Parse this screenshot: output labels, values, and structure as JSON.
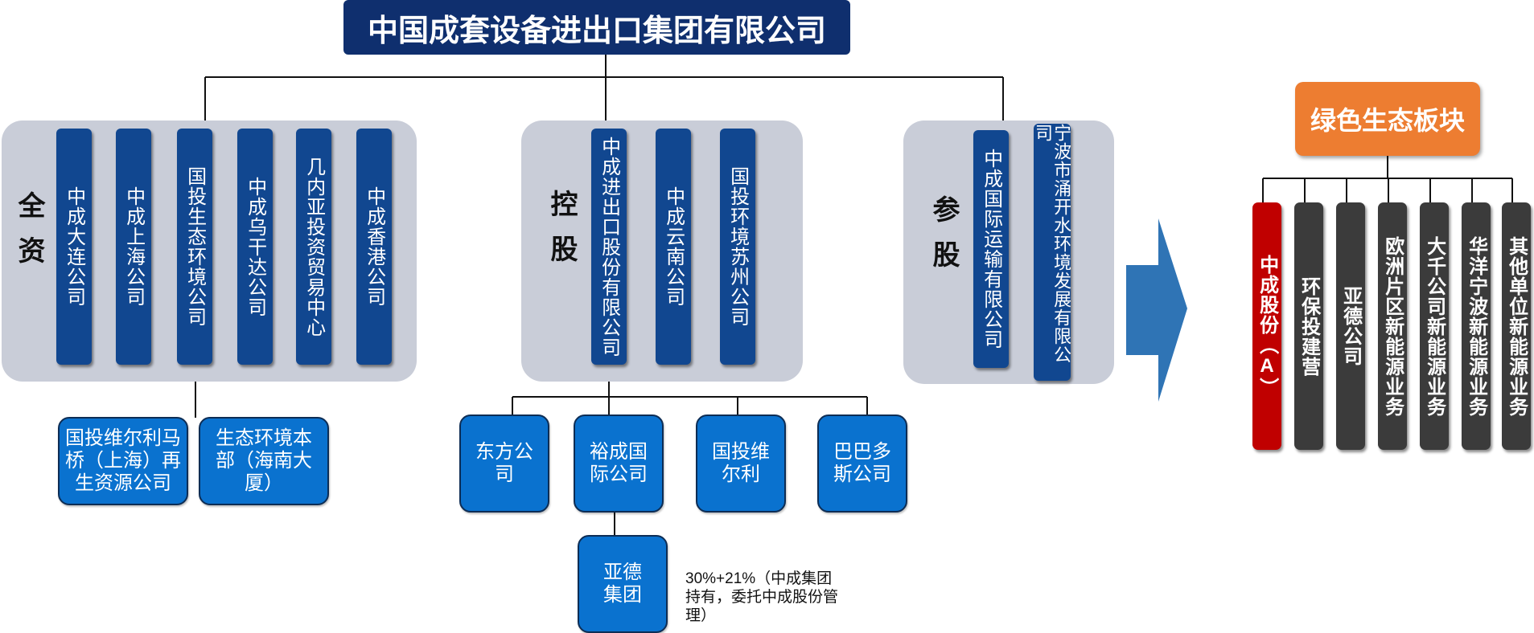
{
  "title": "中国成套设备进出口集团有限公司",
  "groups": {
    "wholly_owned": {
      "label": "全资",
      "items": [
        "中成大连公司",
        "中成上海公司",
        "国投生态环境公司",
        "中成乌干达公司",
        "几内亚投资贸易中心",
        "中成香港公司"
      ],
      "subsidiaries": [
        "国投维尔利马桥（上海）再生资源公司",
        "生态环境本部（海南大厦）"
      ]
    },
    "controlled": {
      "label": "控股",
      "items": [
        "中成进出口股份有限公司",
        "中成云南公司",
        "国投环境苏州公司"
      ],
      "subsidiaries": [
        "东方公司",
        "裕成国际公司",
        "国投维尔利",
        "巴巴多斯公司"
      ],
      "sub_sub": "亚德集团",
      "note": "30%+21%（中成集团持有，委托中成股份管理）"
    },
    "participating": {
      "label": "参股",
      "items": [
        "中成国际运输有限公司",
        "宁波市涌开水环境发展有限公司"
      ]
    }
  },
  "green_block": {
    "title": "绿色生态板块",
    "items": [
      "中成股份（A）",
      "环保投建营",
      "亚德公司",
      "欧洲片区新能源业务",
      "大千公司新能源业务",
      "华洋宁波新能源业务",
      "其他单位新能源业务"
    ],
    "highlight_color": "#c00000",
    "item_color": "#3b3b3b",
    "title_color": "#ed7d31"
  },
  "colors": {
    "title_bg": "#0f2f6e",
    "pillar_bg": "#114790",
    "box_bg": "#0a72cf",
    "panel_bg": "#c9cdd8",
    "arrow": "#2f74b5"
  }
}
